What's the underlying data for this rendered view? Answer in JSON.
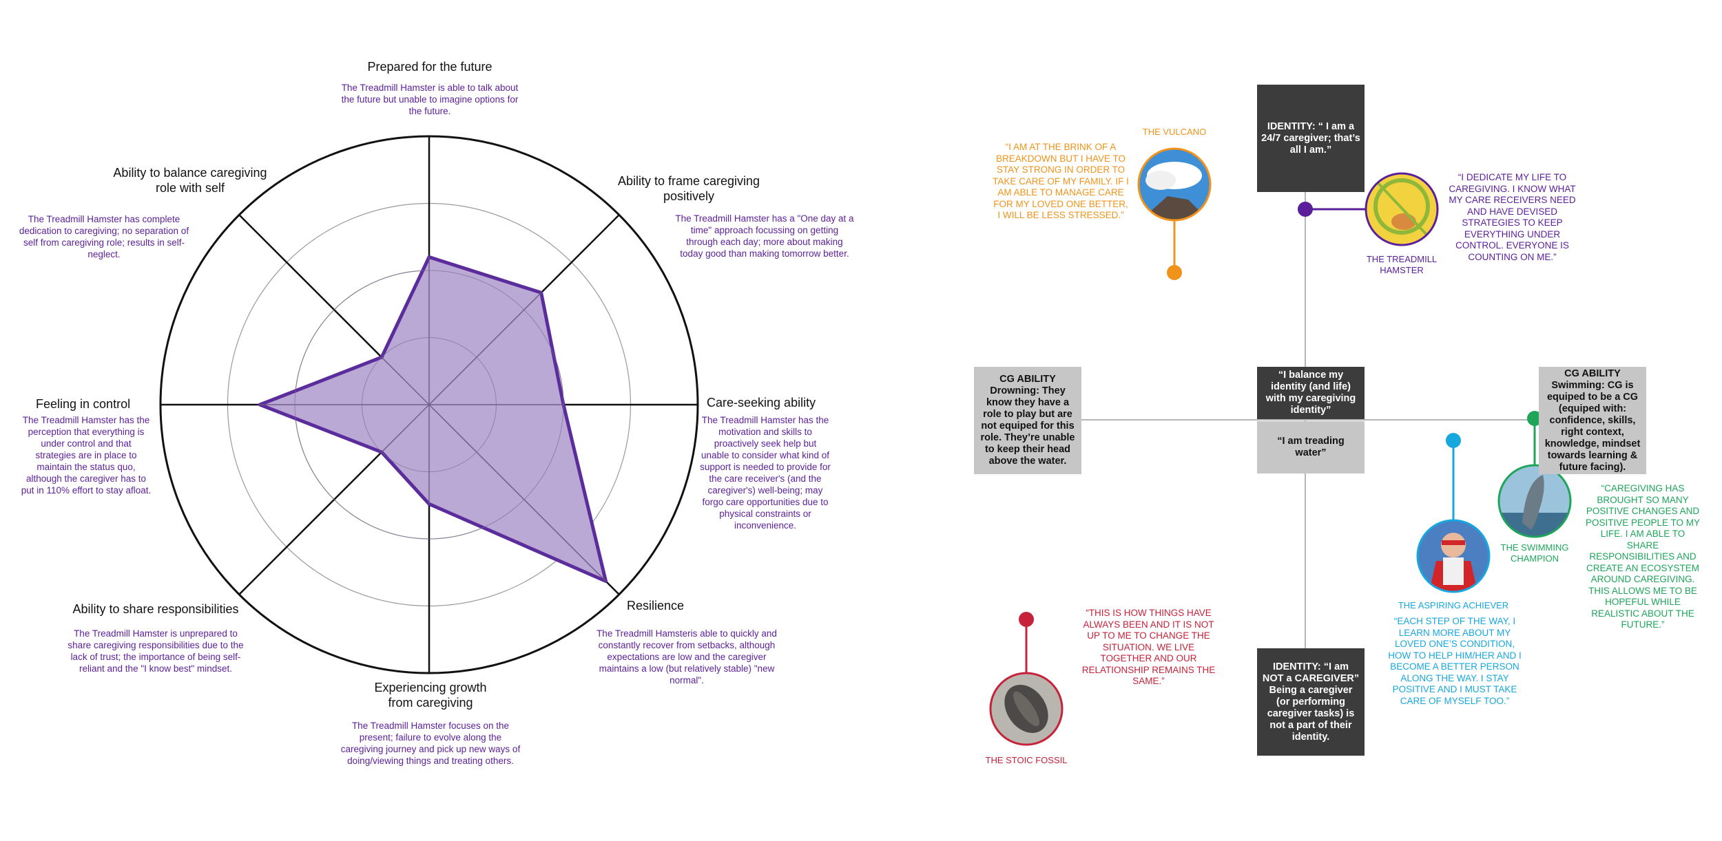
{
  "radar": {
    "axes": [
      {
        "title": "Prepared for the future",
        "desc": "The Treadmill Hamster is able to talk about the future but unable to imagine options for the future.",
        "value": 0.55
      },
      {
        "title": "Ability to frame caregiving positively",
        "desc": "The Treadmill Hamster has a \"One day at a time\" approach focussing on getting through each day; more about making today good than making tomorrow better.",
        "value": 0.59
      },
      {
        "title": "Care-seeking ability",
        "desc": "The Treadmill Hamster has the motivation and skills to proactively seek help but unable to consider what kind of support is needed to provide for the care receiver's (and the caregiver's) well-being; may forgo care opportunities due to physical constraints or inconvenience.",
        "value": 0.5
      },
      {
        "title": "Resilience",
        "desc": "The Treadmill Hamsteris able to quickly and constantly recover from setbacks, although expectations are low and the caregiver maintains a low (but relatively stable) \"new normal\".",
        "value": 0.93
      },
      {
        "title": "Experiencing growth from caregiving",
        "desc": "The Treadmill Hamster focuses on the present; failure to evolve along the caregiving journey and pick up new ways of doing/viewing things and treating others.",
        "value": 0.37
      },
      {
        "title": "Ability to share responsibilities",
        "desc": "The Treadmill Hamster is unprepared to share caregiving responsibilities due to the lack of trust; the importance of being self-reliant and the \"I know best\" mindset.",
        "value": 0.25
      },
      {
        "title": "Feeling in control",
        "desc": "The Treadmill Hamster has the perception that everything is under control and that strategies are in place to maintain the status quo, although the caregiver has to put in 110% effort to stay afloat.",
        "value": 0.63
      },
      {
        "title": "Ability to balance caregiving role with self",
        "desc": "The Treadmill Hamster has complete dedication to caregiving; no separation of self from caregiving role; results in self-neglect.",
        "value": 0.25
      }
    ],
    "colors": {
      "fill": "#b6a3d3",
      "stroke": "#5b2c9c",
      "grid": "#999999",
      "outer": "#111111"
    }
  },
  "matrix": {
    "identity_top": "IDENTITY: “ I am a 24/7 caregiver; that’s all I am.”",
    "center_top": "“I balance my identity (and life) with my caregiving identity”",
    "center_bottom": "“I am treading water”",
    "identity_bottom": "IDENTITY: “I am NOT a CAREGIVER” Being a caregiver (or performing caregiver tasks) is not a part of their identity.",
    "ability_left": "CG ABILITY Drowning: They know they have a role to play but are not equiped for this role. They’re unable to keep their head above the water.",
    "ability_right": "CG ABILITY Swimming: CG is equiped to be a CG (equiped with: confidence, skills, right context, knowledge, mindset towards learning & future facing).",
    "personas": [
      {
        "id": "vulcano",
        "name": "THE VULCANO",
        "quote": "“I AM AT THE BRINK OF A BREAKDOWN BUT I HAVE TO STAY STRONG IN ORDER TO TAKE CARE OF MY FAMILY. IF I AM ABLE TO MANAGE CARE FOR MY LOVED ONE BETTER, I WILL BE LESS STRESSED.”",
        "color": "#f1931a",
        "icon": "volcano-photo"
      },
      {
        "id": "hamster",
        "name": "THE TREADMILL HAMSTER",
        "quote": "“I DEDICATE MY LIFE TO CAREGIVING. I KNOW WHAT MY CARE RECEIVERS NEED AND HAVE DEVISED STRATEGIES TO KEEP EVERYTHING UNDER CONTROL. EVERYONE IS COUNTING ON ME.”",
        "color": "#5b1f9a",
        "icon": "hamster-wheel-photo"
      },
      {
        "id": "swimmer",
        "name": "THE SWIMMING CHAMPION",
        "quote": "“CAREGIVING HAS BROUGHT SO MANY POSITIVE CHANGES AND POSITIVE PEOPLE TO MY LIFE. I AM ABLE TO SHARE RESPONSIBILITIES AND CREATE AN ECOSYSTEM AROUND CAREGIVING. THIS ALLOWS ME TO BE HOPEFUL WHILE REALISTIC ABOUT THE FUTURE.”",
        "color": "#1ea55a",
        "icon": "dolphin-photo"
      },
      {
        "id": "achiever",
        "name": "THE ASPIRING ACHIEVER",
        "quote": "“EACH STEP OF THE WAY, I LEARN MORE ABOUT MY LOVED ONE’S CONDITION, HOW TO HELP HIM/HER AND I BECOME A BETTER PERSON ALONG THE WAY. I STAY POSITIVE AND I MUST TAKE CARE OF MYSELF TOO.”",
        "color": "#17a7df",
        "icon": "superhero-child-photo"
      },
      {
        "id": "fossil",
        "name": "THE STOIC FOSSIL",
        "quote": "“THIS IS HOW THINGS HAVE ALWAYS BEEN AND IT IS NOT UP TO ME TO CHANGE THE SITUATION. WE LIVE TOGETHER AND OUR RELATIONSHIP REMAINS THE SAME.”",
        "color": "#c7223a",
        "icon": "trilobite-fossil-photo"
      }
    ]
  }
}
